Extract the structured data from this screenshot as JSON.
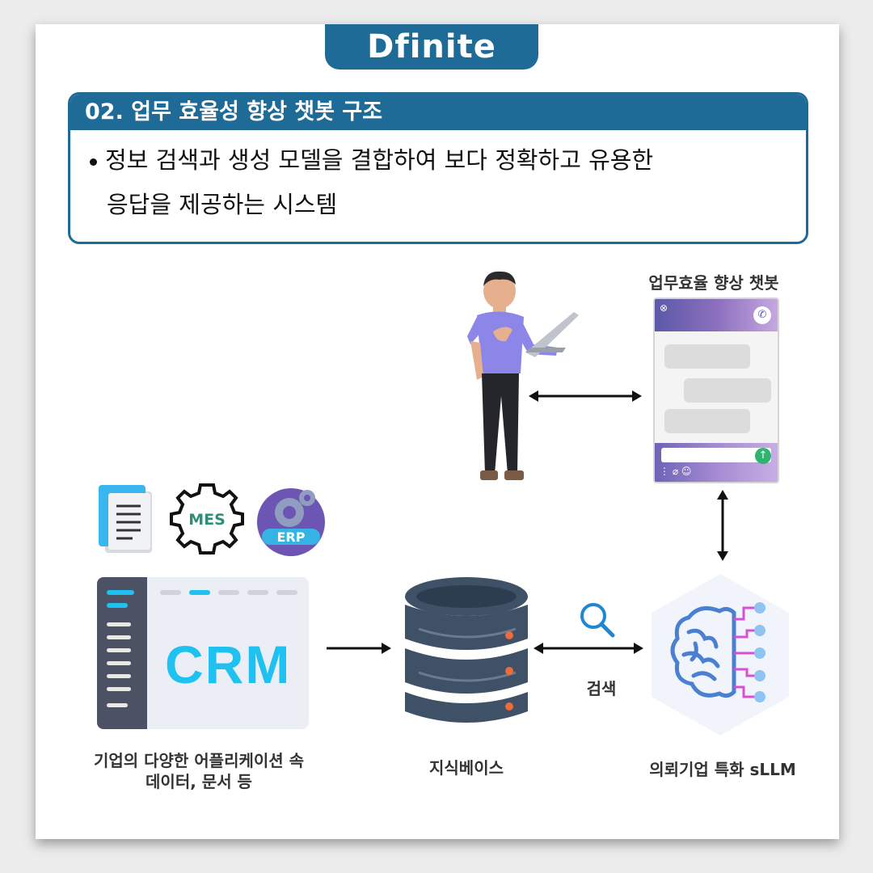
{
  "brand": {
    "logo_text": "Dfinite"
  },
  "section": {
    "title": "02. 업무 효율성 향상 챗봇 구조",
    "bullet_line1": "정보 검색과 생성 모델을 결합하여 보다 정확하고 유용한",
    "bullet_line2": "응답을 제공하는 시스템"
  },
  "diagram": {
    "chatbot_label": "업무효율 향상 챗봇",
    "icons": {
      "doc": "document-icon",
      "mes": "MES",
      "erp": "ERP"
    },
    "crm_text": "CRM",
    "data_label_line1": "기업의 다양한 어플리케이션 속",
    "data_label_line2": "데이터, 문서 등",
    "kb_label": "지식베이스",
    "search_label": "검색",
    "llm_label": "의뢰기업 특화 sLLM"
  },
  "colors": {
    "brand_blue": "#1e6b97",
    "crm_cyan": "#1fc1f0",
    "db_dark": "#3f5166",
    "db_orange": "#f06a3a",
    "brain_blue": "#5b8ad6",
    "brain_pink": "#d94fd1"
  }
}
